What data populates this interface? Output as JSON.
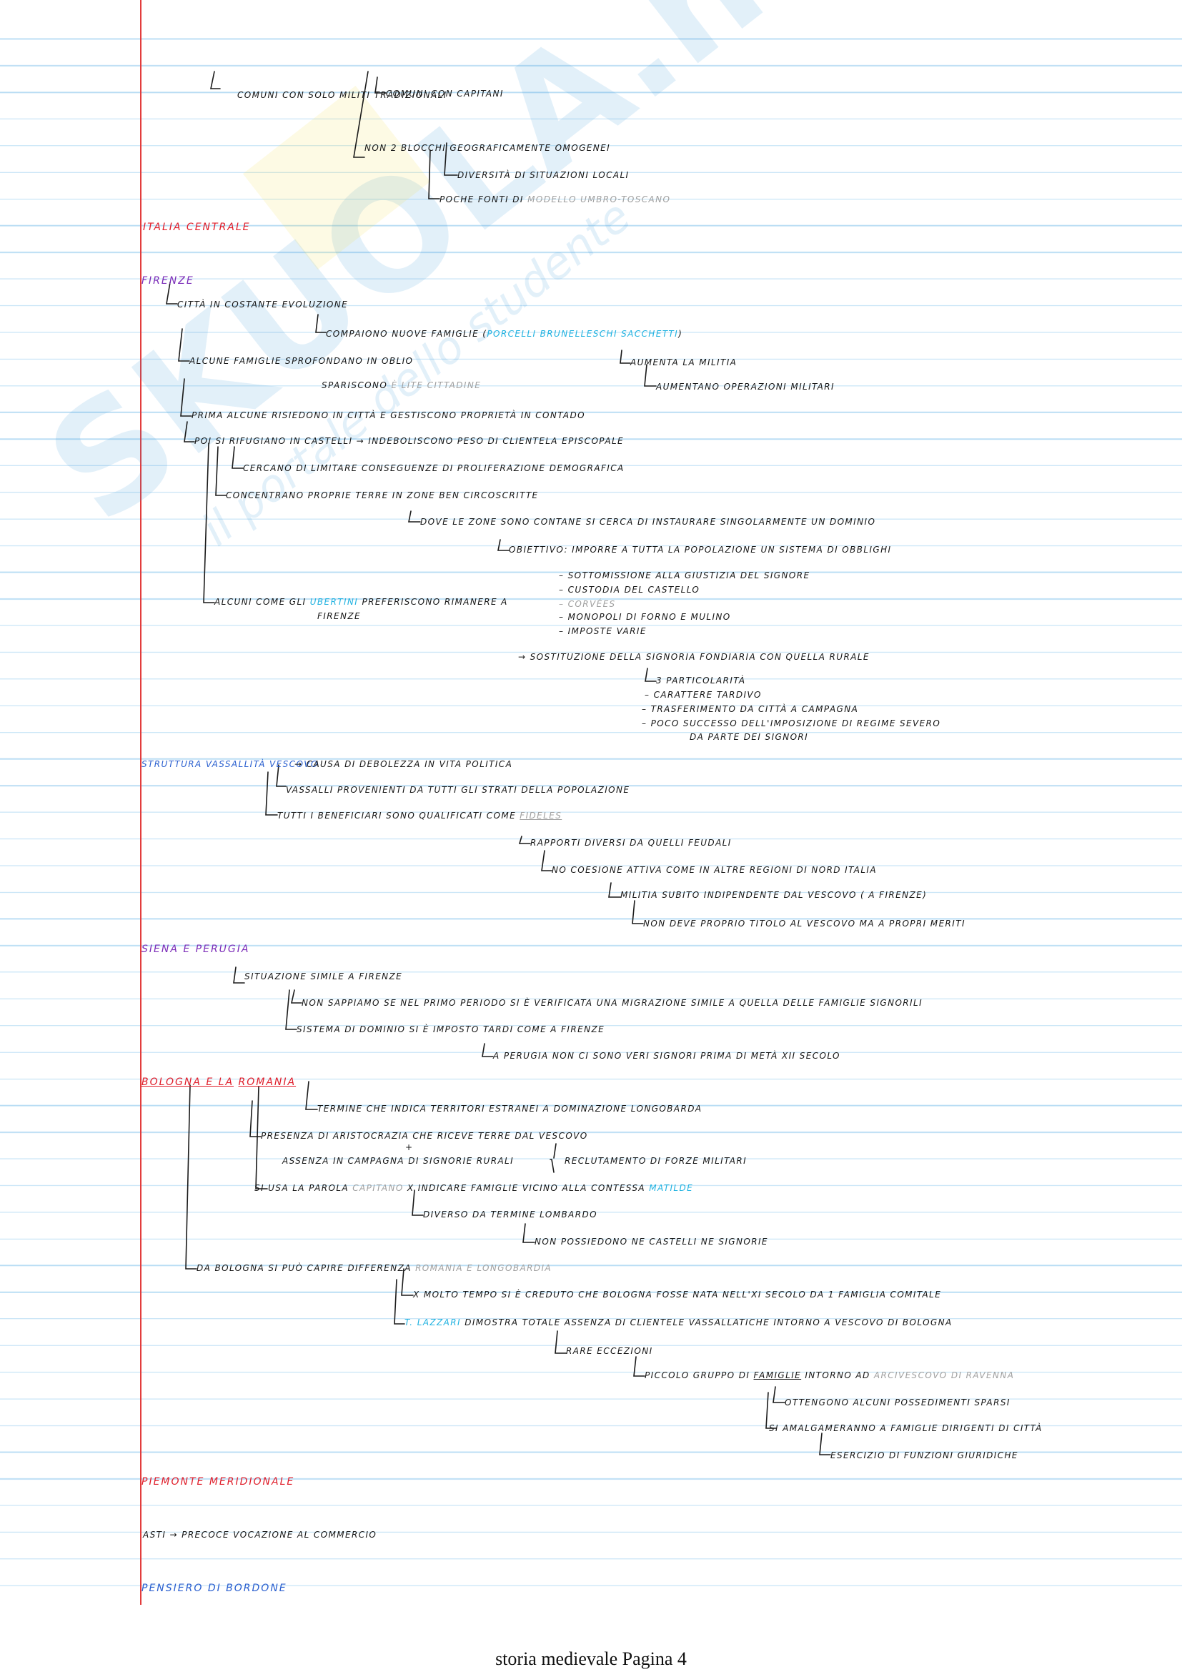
{
  "watermark": {
    "brand": "SKUOLA.net",
    "tagline": "il portale dello studente"
  },
  "lines": {
    "l1": "comuni con solo militi tradizionali",
    "l2": "comuni con capitani",
    "l3": "non 2 blocchi geograficamente omogenei",
    "l4": "diversità di situazioni locali",
    "l5a": "poche fonti di",
    "l5b": "modello umbro-toscano",
    "h_italia": "italia centrale",
    "h_firenze": "firenze",
    "f1": "città in costante evoluzione",
    "f2a": "compaiono nuove famiglie (",
    "f2b": "porcelli brunelleschi sacchetti",
    "f2c": ")",
    "f3": "alcune famiglie sprofondano in oblio",
    "f4": "aumenta la militia",
    "f5a": "spariscono",
    "f5b": "è lite cittadine",
    "f6": "aumentano operazioni militari",
    "f7": "prima alcune risiedono in città e gestiscono proprietà in contado",
    "f8a": "poi si rifugiano in castelli",
    "f8b": "→ indeboliscono peso di clientela episcopale",
    "f9": "cercano di limitare conseguenze di proliferazione demografica",
    "f10": "concentrano proprie terre in zone ben circoscritte",
    "f11": "dove le zone sono contane si cerca di instaurare singolarmente un dominio",
    "f12": "obiettivo: imporre a tutta la popolazione un sistema di obblighi",
    "f13": "– sottomissione alla giustizia del signore",
    "f14": "– custodia del castello",
    "f15": "– corvées",
    "f16": "– monopoli di forno e mulino",
    "f17": "– imposte varie",
    "f18a": "alcuni come gli",
    "f18b": "ubertini",
    "f18c": "preferiscono rimanere a",
    "f18d": "firenze",
    "f19": "→ sostituzione della signoria fondiaria con quella rurale",
    "f20": "3 particolarità",
    "f21": "– carattere tardivo",
    "f22": "– trasferimento da città a campagna",
    "f23": "– poco successo dell'imposizione di regime severo",
    "f24": "da parte dei signori",
    "s_head": "struttura vassallità vescovo",
    "s1": "→ causa di debolezza in vita politica",
    "s2": "vassalli provenienti da tutti gli strati della popolazione",
    "s3a": "tutti i beneficiari sono qualificati come",
    "s3b": "fideles",
    "s4": "rapporti diversi da quelli feudali",
    "s5": "no coesione attiva come in altre regioni di nord italia",
    "s6": "militia subito indipendente dal vescovo ( a firenze)",
    "s7": "non deve proprio titolo al vescovo ma a propri meriti",
    "h_siena": "siena e perugia",
    "p1": "situazione simile a firenze",
    "p2": "non sappiamo se nel primo periodo si è verificata una migrazione simile a quella delle famiglie signorili",
    "p3": "sistema di dominio si è imposto tardi come a firenze",
    "p4": "a perugia non ci sono veri signori prima di metà XII secolo",
    "h_bologna": "bologna e la",
    "h_romania": "romania",
    "b1": "termine che indica territori estranei a dominazione longobarda",
    "b2": "presenza di aristocrazia che riceve terre dal vescovo",
    "b3": "+",
    "b4": "assenza in campagna di signorie rurali",
    "b5": "reclutamento di forze militari",
    "b6a": "si usa la parola",
    "b6b": "capitano",
    "b6c": "x indicare famiglie vicino alla contessa",
    "b6d": "matilde",
    "b7": "diverso da termine lombardo",
    "b8": "non possiedono ne castelli ne signorie",
    "b9a": "da bologna si può capire differenza",
    "b9b": "romania e longobardia",
    "b10": "x molto tempo si è creduto che bologna fosse nata nell'XI secolo da 1 famiglia comitale",
    "b11a": "T. Lazzari",
    "b11b": "dimostra totale assenza di clientele vassallatiche intorno a vescovo di bologna",
    "b12": "rare eccezioni",
    "b13a": "piccolo gruppo di",
    "b13b": "famiglie",
    "b13c": "intorno ad",
    "b13d": "arcivescovo di ravenna",
    "b14": "ottengono alcuni possedimenti sparsi",
    "b15": "si amalgameranno a famiglie dirigenti di città",
    "b16": "esercizio di funzioni giuridiche",
    "h_piemonte": "piemonte meridionale",
    "a1": "asti → precoce vocazione al commercio",
    "h_pensiero": "pensiero di bordone"
  },
  "footer": "storia medievale Pagina 4"
}
